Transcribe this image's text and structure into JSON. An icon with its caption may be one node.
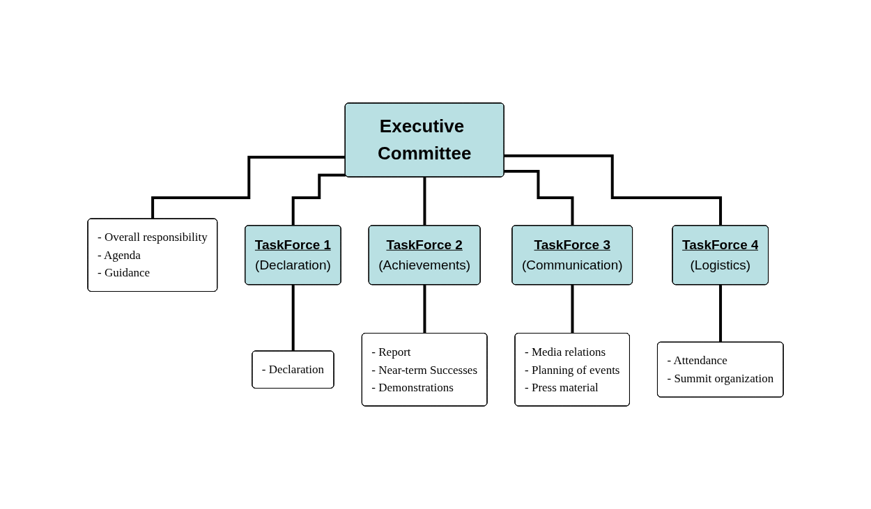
{
  "diagram": {
    "nodes": [
      {
        "text": [
          "Executive Committee"
        ]
      },
      {
        "text": [
          "- Overall responsibility",
          "- Agenda",
          "- Guidance"
        ]
      },
      {
        "text": [
          "TaskForce 1",
          "(Declaration)"
        ]
      },
      {
        "text": [
          "TaskForce 2",
          "(Achievements)"
        ]
      },
      {
        "text": [
          "TaskForce 3",
          "(Communication)"
        ]
      },
      {
        "text": [
          "TaskForce 4",
          "(Logistics)"
        ]
      },
      {
        "text": [
          "- Declaration"
        ]
      },
      {
        "text": [
          "- Report",
          "- Near-term Successes",
          "- Demonstrations"
        ]
      },
      {
        "text": [
          "- Media relations",
          "- Planning of events",
          "- Press material"
        ]
      },
      {
        "text": [
          "- Attendance",
          "- Summit organization"
        ]
      }
    ],
    "edges": [
      {
        "from": 0,
        "to": 1,
        "arrow": "none"
      },
      {
        "from": 0,
        "to": 2,
        "arrow": "none"
      },
      {
        "from": 0,
        "to": 3,
        "arrow": "none"
      },
      {
        "from": 0,
        "to": 4,
        "arrow": "none"
      },
      {
        "from": 0,
        "to": 5,
        "arrow": "none"
      },
      {
        "from": 2,
        "to": 6,
        "arrow": "none"
      },
      {
        "from": 3,
        "to": 7,
        "arrow": "none"
      },
      {
        "from": 4,
        "to": 8,
        "arrow": "none"
      },
      {
        "from": 5,
        "to": 9,
        "arrow": "none"
      }
    ]
  }
}
